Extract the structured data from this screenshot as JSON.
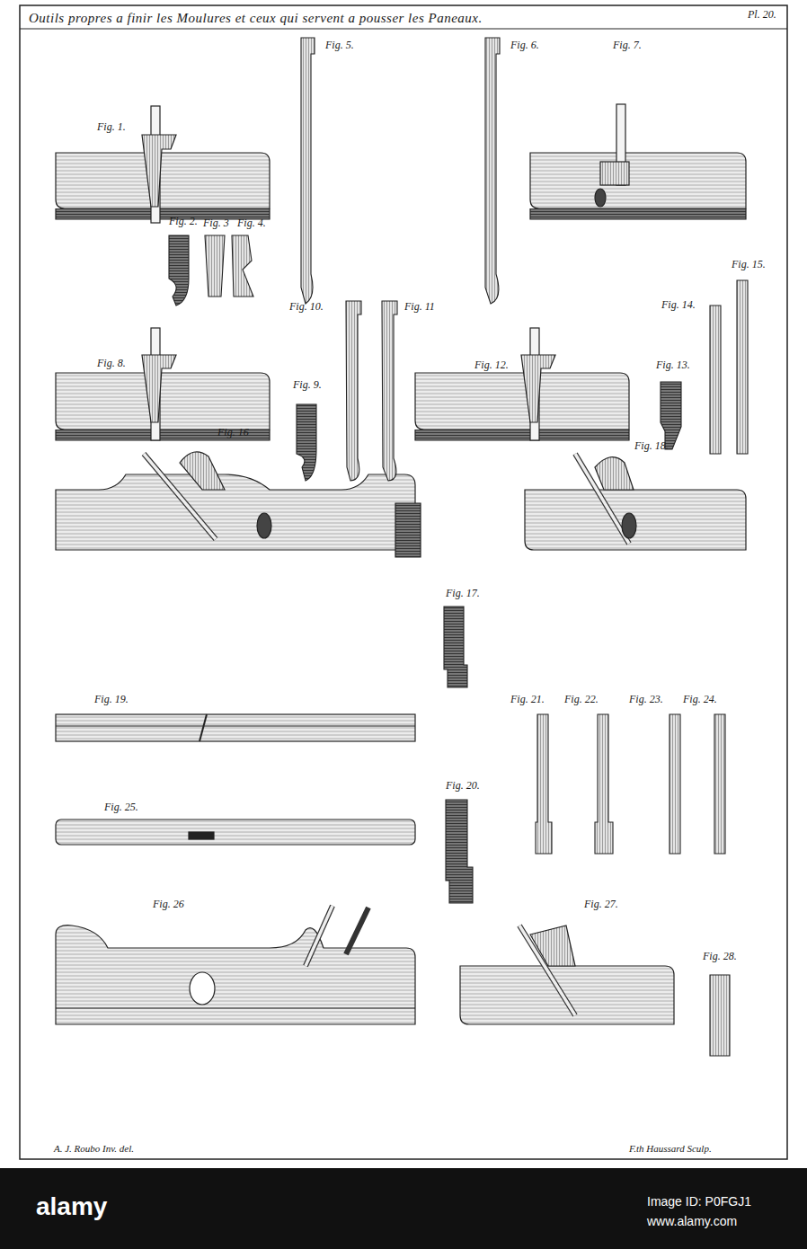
{
  "diagram": {
    "title": "Outils propres a finir les Moulures et ceux qui servent a pousser les Paneaux.",
    "labels": [
      "Pl. 20.",
      "Fig. 1.",
      "Fig. 2.",
      "Fig. 3",
      "Fig. 4.",
      "Fig. 5.",
      "Fig. 6.",
      "Fig. 7.",
      "Fig. 8.",
      "Fig. 9.",
      "Fig. 10.",
      "Fig. 11",
      "Fig. 12.",
      "Fig. 13.",
      "Fig. 14.",
      "Fig. 15.",
      "Fig. 16",
      "Fig. 17.",
      "Fig. 18.",
      "Fig. 19.",
      "Fig. 20.",
      "Fig. 21.",
      "Fig. 22.",
      "Fig. 23.",
      "Fig. 24.",
      "Fig. 25.",
      "Fig. 26",
      "Fig. 27.",
      "Fig. 28.",
      "A. J. Roubo Inv. del.",
      "F.th Haussard Sculp.",
      "alamy",
      "Image ID: P0FGJ1",
      "www.alamy.com"
    ]
  }
}
